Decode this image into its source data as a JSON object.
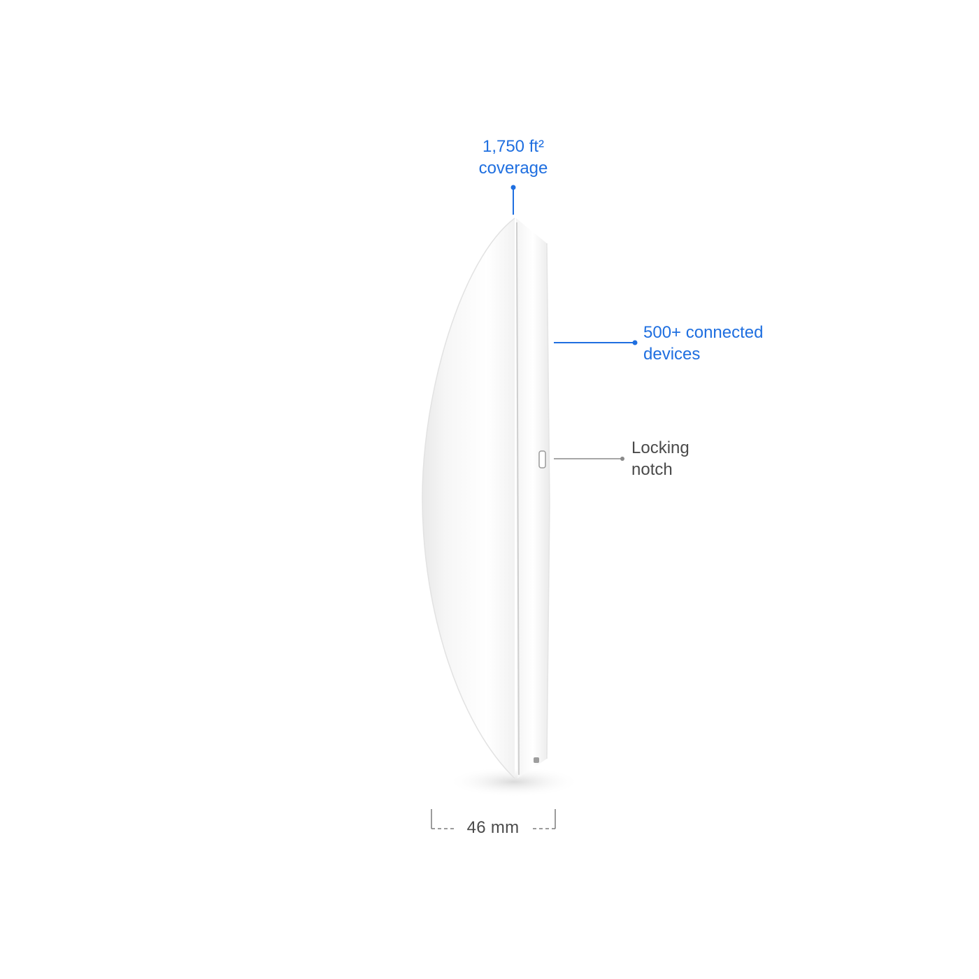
{
  "callouts": {
    "coverage": {
      "line1": "1,750 ft²",
      "line2": "coverage"
    },
    "devices": {
      "line1": "500+ connected",
      "line2": "devices"
    },
    "locking_notch": {
      "line1": "Locking",
      "line2": "notch"
    }
  },
  "dimension": {
    "thickness_label": "46 mm"
  },
  "colors": {
    "accent_blue": "#1f6fe0",
    "label_gray": "#4a4a4a",
    "leader_gray": "#8a8a8a",
    "dimension_gray": "#7a7a7a"
  }
}
